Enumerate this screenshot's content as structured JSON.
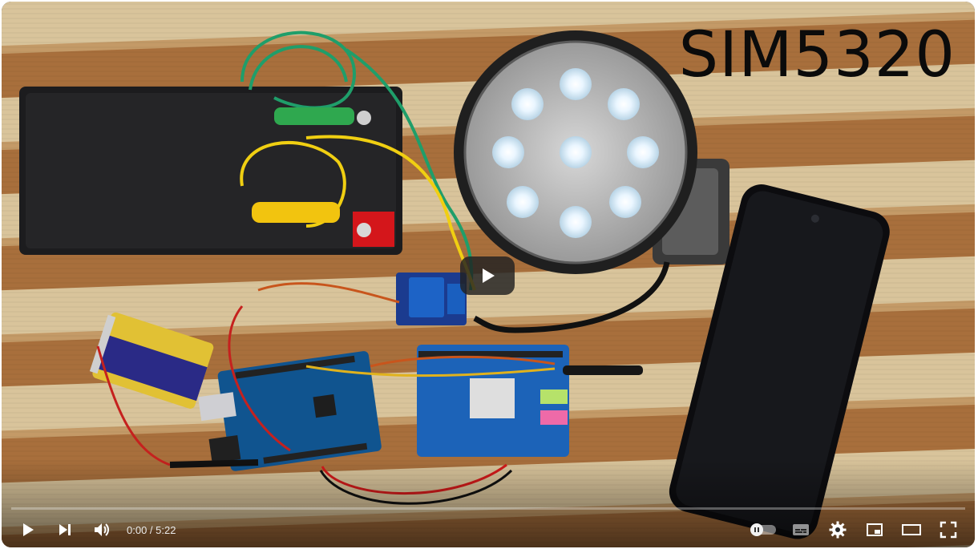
{
  "video": {
    "overlay_title": "SIM5320",
    "progress_fraction": 0.0
  },
  "controls": {
    "current_time": "0:00",
    "separator": " / ",
    "duration": "5:22"
  },
  "icons": {
    "big_play": "play-icon",
    "play": "play-icon",
    "next": "next-icon",
    "volume": "volume-icon",
    "autoplay": "autoplay-toggle-icon",
    "subtitles": "subtitles-icon",
    "settings": "gear-icon",
    "miniplayer": "miniplayer-icon",
    "theater": "theater-icon",
    "fullscreen": "fullscreen-icon"
  },
  "colors": {
    "progress_red": "#ff0000",
    "control_icon": "#ffffff"
  }
}
